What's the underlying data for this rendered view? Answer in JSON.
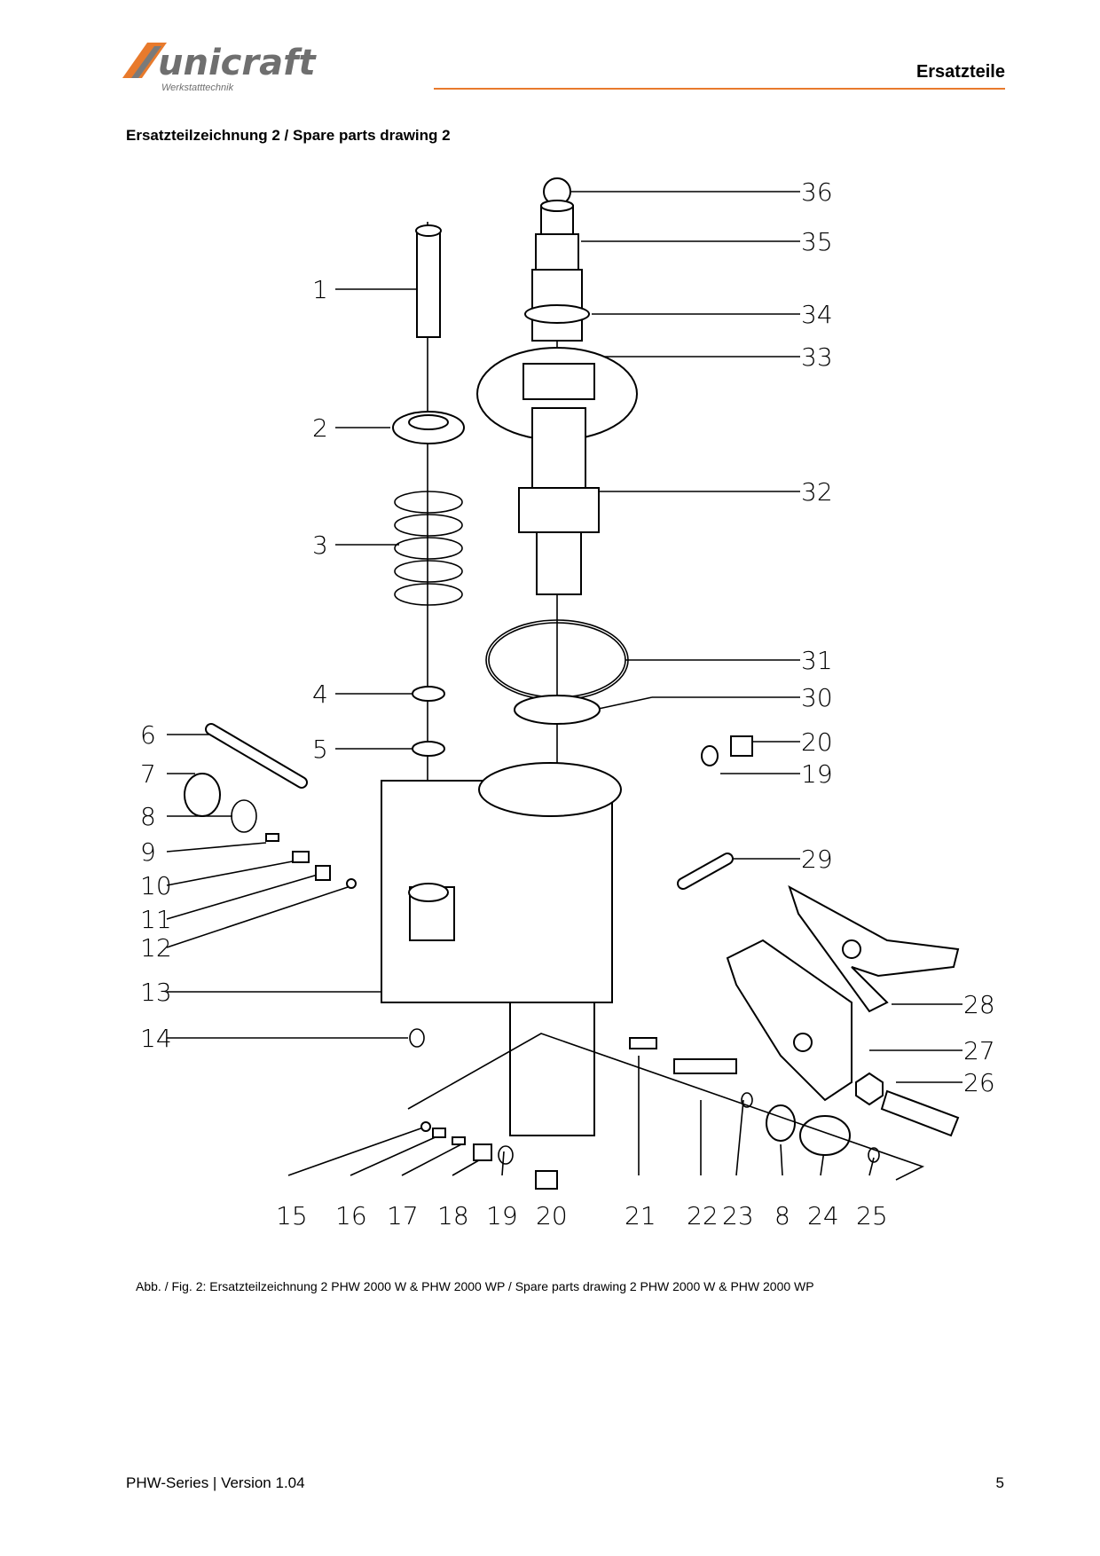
{
  "header": {
    "brand": "unicraft",
    "brand_sub": "Werkstatttechnik",
    "title": "Ersatzteile",
    "accent_color": "#e87a2c"
  },
  "section_title": "Ersatzteilzeichnung 2 / Spare parts drawing 2",
  "drawing": {
    "callouts": [
      "36",
      "35",
      "1",
      "34",
      "33",
      "2",
      "32",
      "3",
      "31",
      "4",
      "30",
      "6",
      "5",
      "20",
      "19",
      "7",
      "8",
      "9",
      "10",
      "29",
      "11",
      "12",
      "28",
      "13",
      "27",
      "14",
      "26",
      "15",
      "16",
      "17",
      "18",
      "19",
      "20",
      "21",
      "22",
      "23",
      "8",
      "24",
      "25"
    ]
  },
  "caption": "Abb. / Fig. 2: Ersatzteilzeichnung 2 PHW 2000 W & PHW 2000 WP / Spare parts drawing 2 PHW 2000 W & PHW 2000 WP",
  "footer": {
    "left": "PHW-Series | Version 1.04",
    "page_number": "5"
  }
}
